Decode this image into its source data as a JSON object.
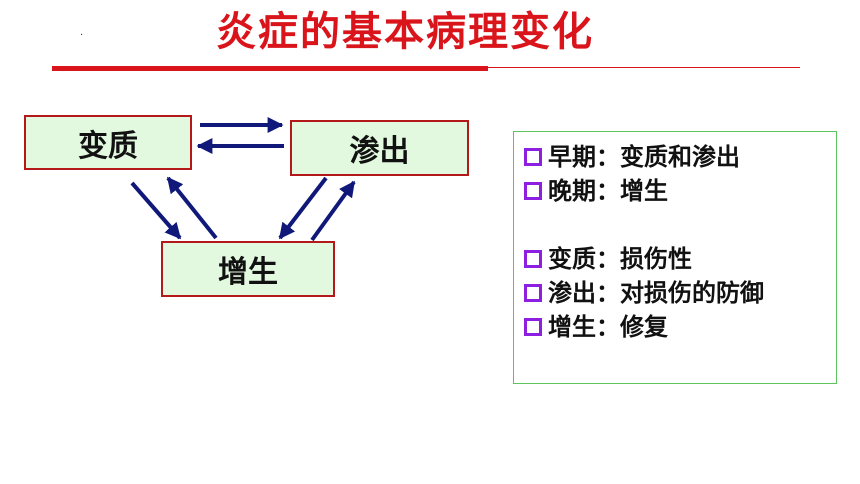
{
  "title": "炎症的基本病理变化",
  "diagram": {
    "nodes": [
      {
        "id": "a",
        "label": "变质"
      },
      {
        "id": "b",
        "label": "渗出"
      },
      {
        "id": "c",
        "label": "增生"
      }
    ],
    "edges": [
      {
        "from": "a",
        "to": "b"
      },
      {
        "from": "b",
        "to": "a"
      },
      {
        "from": "a",
        "to": "c"
      },
      {
        "from": "c",
        "to": "a"
      },
      {
        "from": "b",
        "to": "c"
      },
      {
        "from": "c",
        "to": "b"
      }
    ]
  },
  "notes": [
    {
      "label": "早期：变质和渗出"
    },
    {
      "label": "晚期：增生"
    },
    {
      "label": "变质：损伤性"
    },
    {
      "label": "渗出：对损伤的防御"
    },
    {
      "label": "增生：修复"
    }
  ],
  "colors": {
    "title": "#d9141b",
    "node_fill": "#e2f8df",
    "node_border": "#b51818",
    "arrow": "#10187a",
    "bullet": "#8d1fe0",
    "notes_border": "#5ec45e"
  }
}
